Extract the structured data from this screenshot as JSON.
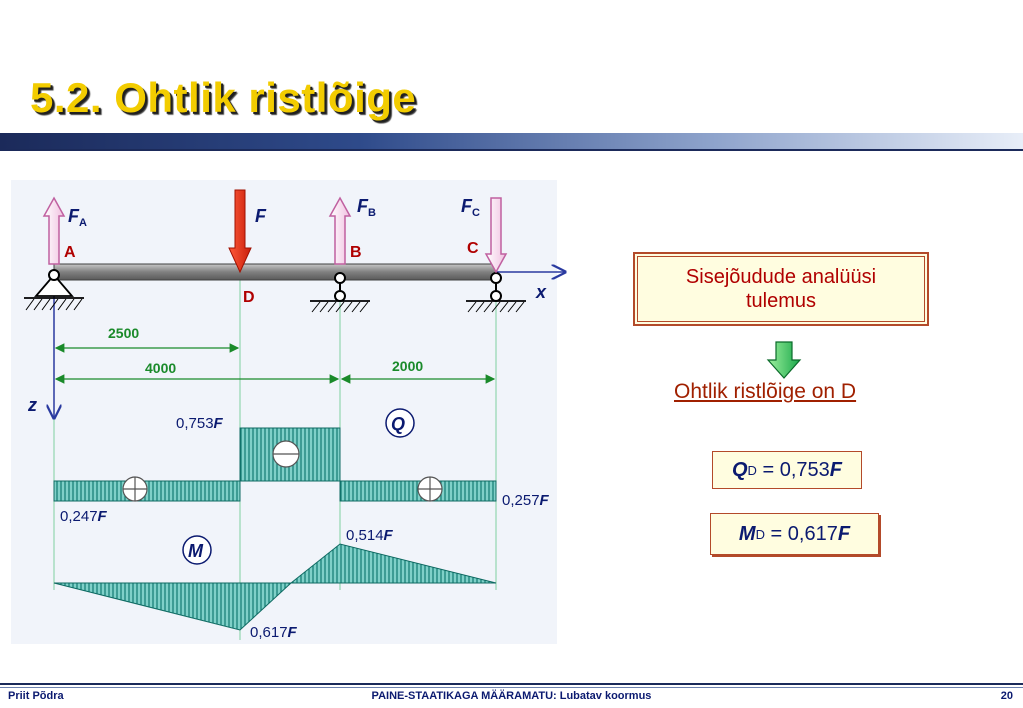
{
  "title": "5.2. Ohtlik ristlõige",
  "diagram": {
    "labels": {
      "FA": "F",
      "FA_sub": "A",
      "F": "F",
      "FB": "F",
      "FB_sub": "B",
      "FC": "F",
      "FC_sub": "C",
      "A": "A",
      "B": "B",
      "C": "C",
      "D": "D",
      "x": "x",
      "z": "z"
    },
    "dimensions": {
      "d1": "2500",
      "d2": "4000",
      "d3": "2000"
    },
    "shear": {
      "symbol": "Q",
      "v1": "0,753",
      "v2": "0,257",
      "v3": "0,247",
      "unit": "F"
    },
    "moment": {
      "symbol": "M",
      "v1": "0,514",
      "v2": "0,617",
      "unit": "F"
    }
  },
  "analysis": {
    "box_title": "Sisejõudude analüüsi tulemus",
    "conclusion": "Ohtlik ristlõige on D",
    "q_symbol": "Q",
    "q_sub": "D",
    "q_value": "= 0,753",
    "q_unit": "F",
    "m_symbol": "M",
    "m_sub": "D",
    "m_value": "= 0,617",
    "m_unit": "F"
  },
  "footer": {
    "author": "Priit Põdra",
    "course": "PAINE-STAATIKAGA MÄÄRAMATU: Lubatav koormus",
    "page": "20"
  },
  "colors": {
    "title": "#f2cc00",
    "hatch": "#2aa7a0",
    "red_text": "#b00000",
    "navy": "#0b1a70",
    "green": "#1a8a2a"
  }
}
